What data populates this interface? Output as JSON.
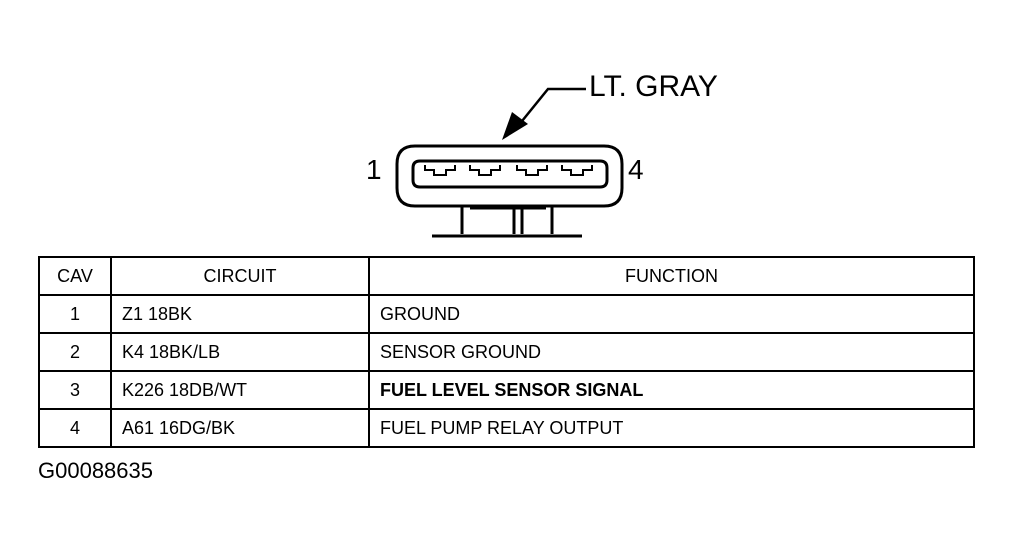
{
  "connector": {
    "color_label": "LT. GRAY",
    "pin_left": "1",
    "pin_right": "4"
  },
  "table": {
    "headers": {
      "cav": "CAV",
      "circuit": "CIRCUIT",
      "function": "FUNCTION"
    },
    "rows": [
      {
        "cav": "1",
        "circuit": "Z1 18BK",
        "function": "GROUND"
      },
      {
        "cav": "2",
        "circuit": "K4 18BK/LB",
        "function": "SENSOR GROUND"
      },
      {
        "cav": "3",
        "circuit": "K226 18DB/WT",
        "function": "FUEL LEVEL SENSOR SIGNAL"
      },
      {
        "cav": "4",
        "circuit": "A61 16DG/BK",
        "function": "FUEL PUMP RELAY OUTPUT"
      }
    ]
  },
  "figure_id": "G00088635"
}
